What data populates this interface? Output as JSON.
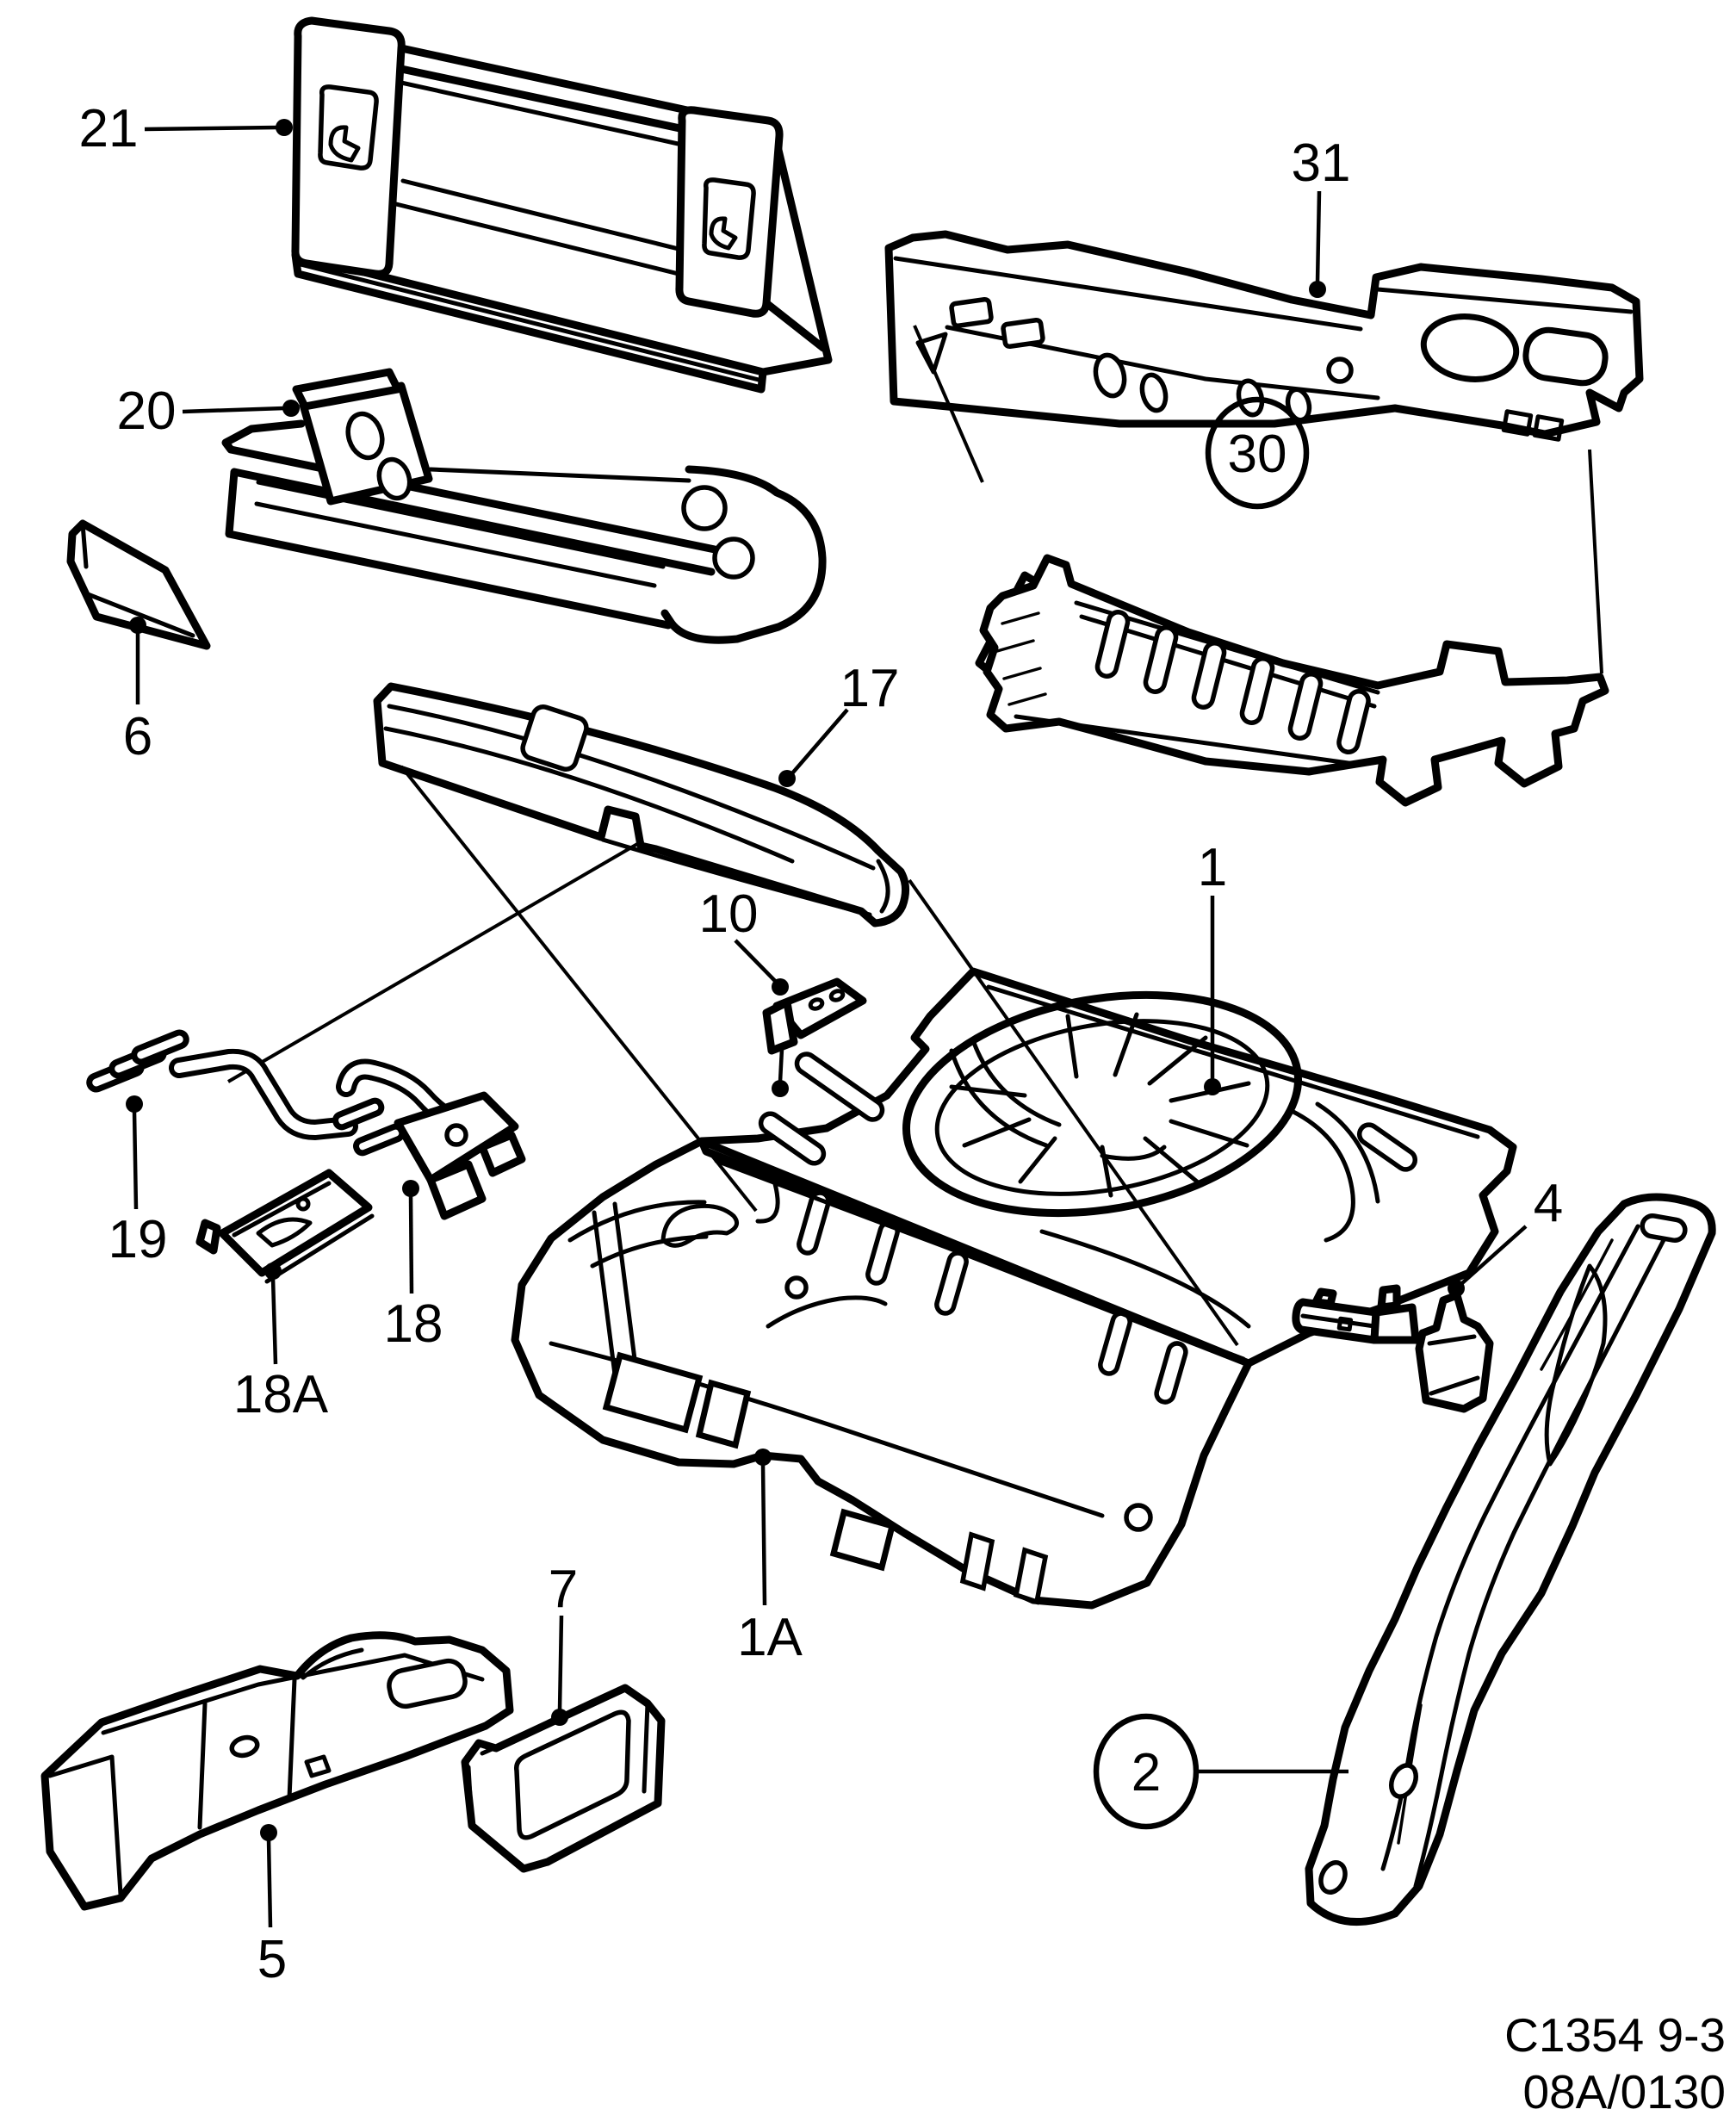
{
  "diagram": {
    "type": "exploded-parts-line-drawing",
    "background_color": "#ffffff",
    "line_color": "#000000",
    "code": {
      "line1": "C1354 9-3",
      "line2": "08A/0130"
    },
    "callouts": {
      "c21": {
        "label": "21",
        "circled": false
      },
      "c20": {
        "label": "20",
        "circled": false
      },
      "c6": {
        "label": "6",
        "circled": false
      },
      "c31": {
        "label": "31",
        "circled": false
      },
      "c30": {
        "label": "30",
        "circled": true
      },
      "c17": {
        "label": "17",
        "circled": false
      },
      "c10": {
        "label": "10",
        "circled": false
      },
      "c1": {
        "label": "1",
        "circled": false
      },
      "c19": {
        "label": "19",
        "circled": false
      },
      "c18": {
        "label": "18",
        "circled": false
      },
      "c18a": {
        "label": "18A",
        "circled": false
      },
      "c4": {
        "label": "4",
        "circled": false
      },
      "c7": {
        "label": "7",
        "circled": false
      },
      "c1a": {
        "label": "1A",
        "circled": false
      },
      "c5": {
        "label": "5",
        "circled": false
      },
      "c2": {
        "label": "2",
        "circled": true
      }
    }
  }
}
